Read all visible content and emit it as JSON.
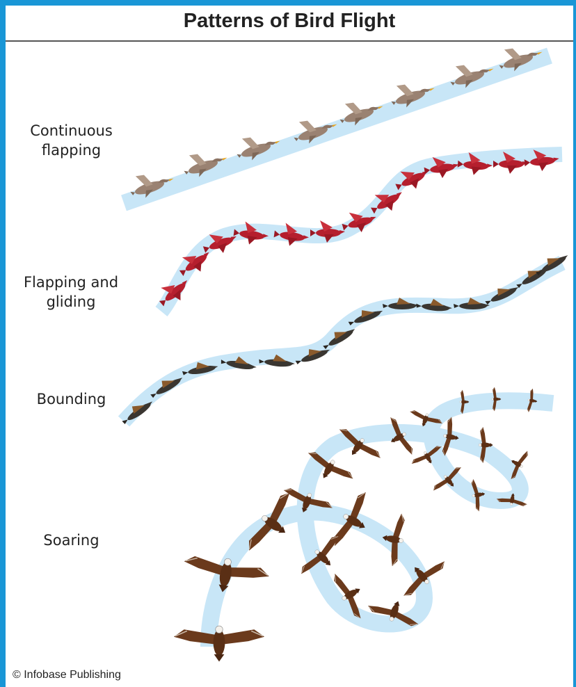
{
  "title": "Patterns of Bird Flight",
  "patterns": [
    {
      "id": "continuous",
      "label_line1": "Continuous",
      "label_line2": "flapping",
      "bird": "duck-icon"
    },
    {
      "id": "flap-glide",
      "label_line1": "Flapping and",
      "label_line2": "gliding",
      "bird": "cardinal-icon"
    },
    {
      "id": "bounding",
      "label_line1": "Bounding",
      "label_line2": "",
      "bird": "woodpecker-icon"
    },
    {
      "id": "soaring",
      "label_line1": "Soaring",
      "label_line2": "",
      "bird": "eagle-icon"
    }
  ],
  "credit": "© Infobase Publishing",
  "colors": {
    "frame": "#1996d6",
    "path": "#c8e6f7",
    "duck": "#9a8272",
    "cardinal": "#b51f2e",
    "woodpecker": "#3a3631",
    "eagle": "#6b3a1c"
  }
}
